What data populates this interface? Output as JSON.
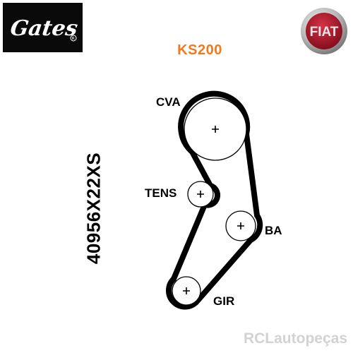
{
  "brand": {
    "gates_logo_alt": "Gates",
    "fiat_logo_alt": "FIAT"
  },
  "kit_code": "KS200",
  "belt_code": "40956X22XS",
  "pulleys": {
    "cva": "CVA",
    "tens": "TENS",
    "ba": "BA",
    "gir": "GIR"
  },
  "watermark": "RCLautopeças",
  "colors": {
    "accent_orange": "#f07a1c",
    "fiat_red": "#b0152a",
    "belt": "#000000"
  }
}
